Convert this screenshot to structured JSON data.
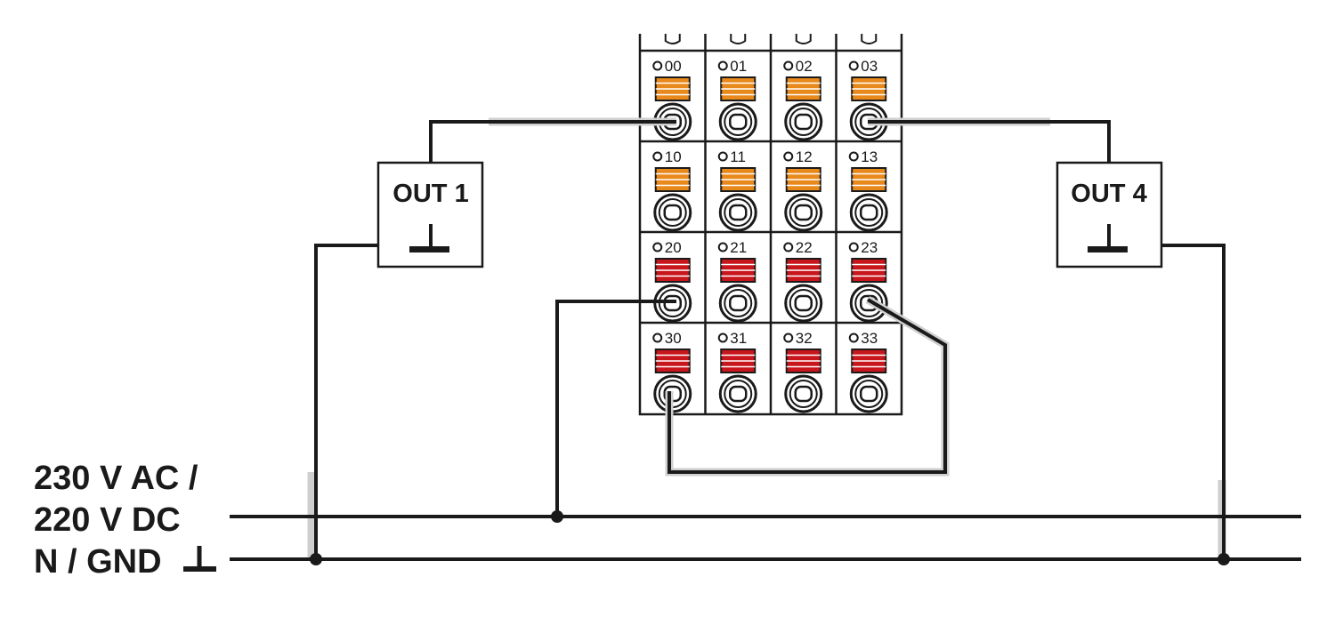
{
  "supply": {
    "line_1": "230 V AC /",
    "line_2": "220 V DC",
    "line_3": "N / GND"
  },
  "outputs": [
    {
      "label": "OUT 1"
    },
    {
      "label": "OUT 4"
    }
  ],
  "terminal_rows": [
    {
      "color": "#e8891c",
      "terminals": [
        "00",
        "01",
        "02",
        "03"
      ]
    },
    {
      "color": "#e8891c",
      "terminals": [
        "10",
        "11",
        "12",
        "13"
      ]
    },
    {
      "color": "#c8161d",
      "terminals": [
        "20",
        "21",
        "22",
        "23"
      ]
    },
    {
      "color": "#c8161d",
      "terminals": [
        "30",
        "31",
        "32",
        "33"
      ]
    }
  ],
  "colors": {
    "wire": "#1a1a1a",
    "output_terminal": "#e8891c",
    "power_terminal": "#c8161d"
  }
}
